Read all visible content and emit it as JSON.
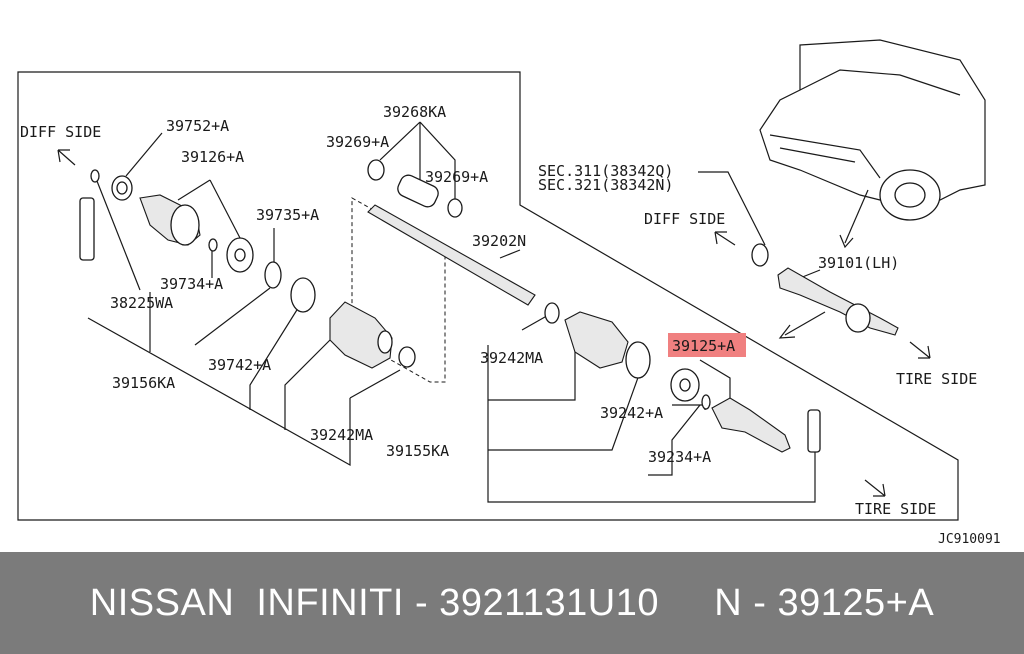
{
  "diagram": {
    "labels": {
      "diff_side_left": "DIFF SIDE",
      "diff_side_right": "DIFF SIDE",
      "tire_side_right": "TIRE SIDE",
      "tire_side_bottom": "TIRE SIDE",
      "p39752": "39752+A",
      "p39126": "39126+A",
      "p39735": "39735+A",
      "p39734": "39734+A",
      "p38225": "38225WA",
      "p39156": "39156KA",
      "p39742": "39742+A",
      "p39242ma_left": "39242MA",
      "p39268": "39268KA",
      "p39269_left": "39269+A",
      "p39269_right": "39269+A",
      "p39202": "39202N",
      "p39242ma_mid": "39242MA",
      "p39242": "39242+A",
      "p39155": "39155KA",
      "p39125": "39125+A",
      "p39234": "39234+A",
      "sec311": "SEC.311(38342Q)",
      "sec321": "SEC.321(38342N)",
      "p39101": "39101(LH)",
      "diagram_code": "JC910091"
    },
    "highlight_color": "#f08080"
  },
  "footer": {
    "title": "NISSAN  INFINITI - 3921131U10     N - 39125+A",
    "background": "#7b7b7b",
    "text_color": "#ffffff"
  }
}
